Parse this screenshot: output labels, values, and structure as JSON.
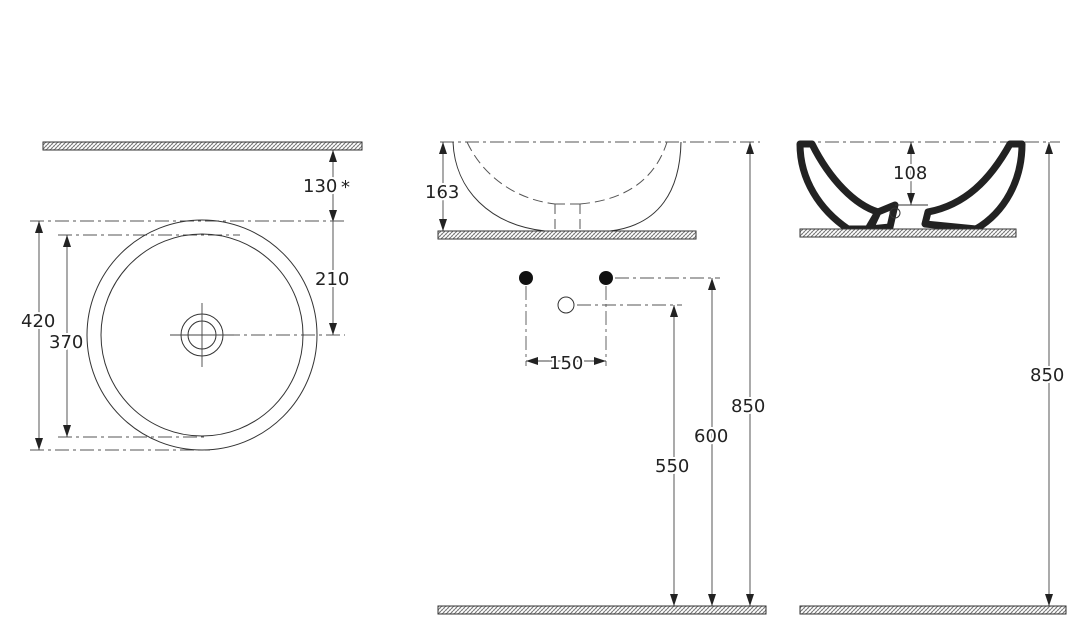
{
  "dimensions": {
    "top_view": {
      "gap_to_wall": "130",
      "gap_marker": "*",
      "center_offset": "210",
      "outer_diameter": "420",
      "inner_diameter": "370"
    },
    "front_view": {
      "bowl_height": "163",
      "tap_spacing": "150",
      "drain_height": "550",
      "tap_height": "600",
      "top_height": "850"
    },
    "side_view": {
      "drain_depth": "108",
      "top_height": "850"
    }
  },
  "colors": {
    "line": "#333333",
    "text": "#222222",
    "profile": "#222222",
    "background": "#ffffff"
  }
}
